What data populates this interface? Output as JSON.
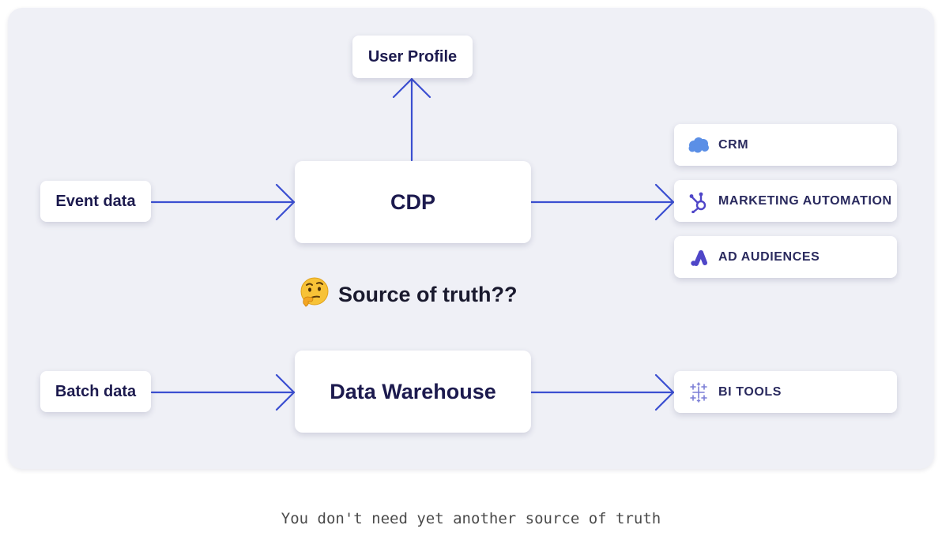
{
  "diagram": {
    "user_profile": "User Profile",
    "cdp": "CDP",
    "event_data": "Event data",
    "batch_data": "Batch data",
    "data_warehouse": "Data Warehouse",
    "note": "Source of truth??",
    "destinations": {
      "crm": {
        "label": "CRM",
        "icon": "salesforce-cloud-icon"
      },
      "marketing": {
        "label": "MARKETING AUTOMATION",
        "icon": "hubspot-icon"
      },
      "ads": {
        "label": "AD AUDIENCES",
        "icon": "google-ads-icon"
      },
      "bi": {
        "label": "BI TOOLS",
        "icon": "tableau-icon"
      }
    }
  },
  "caption": "You don't need yet another source of truth",
  "colors": {
    "arrow": "#3b4fd1",
    "panel": "#eff0f6",
    "salesforce": "#5b8fe6",
    "brand_purple": "#4f46c8"
  }
}
